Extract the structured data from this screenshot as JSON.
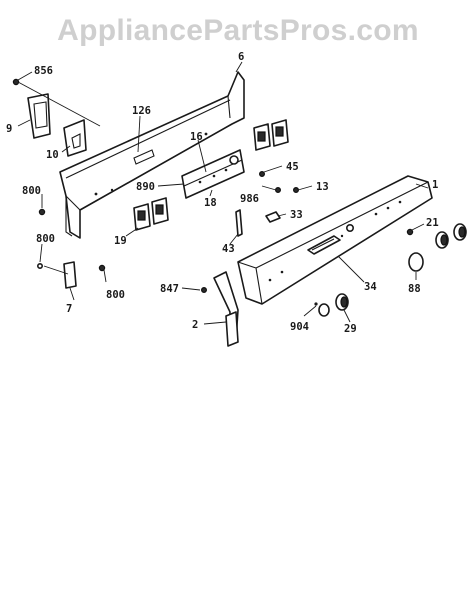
{
  "watermark": "AppliancePartsPros.com",
  "callouts": {
    "p856": "856",
    "p6": "6",
    "p126": "126",
    "p9": "9",
    "p10": "10",
    "p16": "16",
    "p45": "45",
    "p1": "1",
    "p800a": "800",
    "p890": "890",
    "p986": "986",
    "p13": "13",
    "p18": "18",
    "p33": "33",
    "p21": "21",
    "p19": "19",
    "p800b": "800",
    "p43": "43",
    "p800c": "800",
    "p847": "847",
    "p34": "34",
    "p88": "88",
    "p7": "7",
    "p2": "2",
    "p904": "904",
    "p29": "29"
  }
}
